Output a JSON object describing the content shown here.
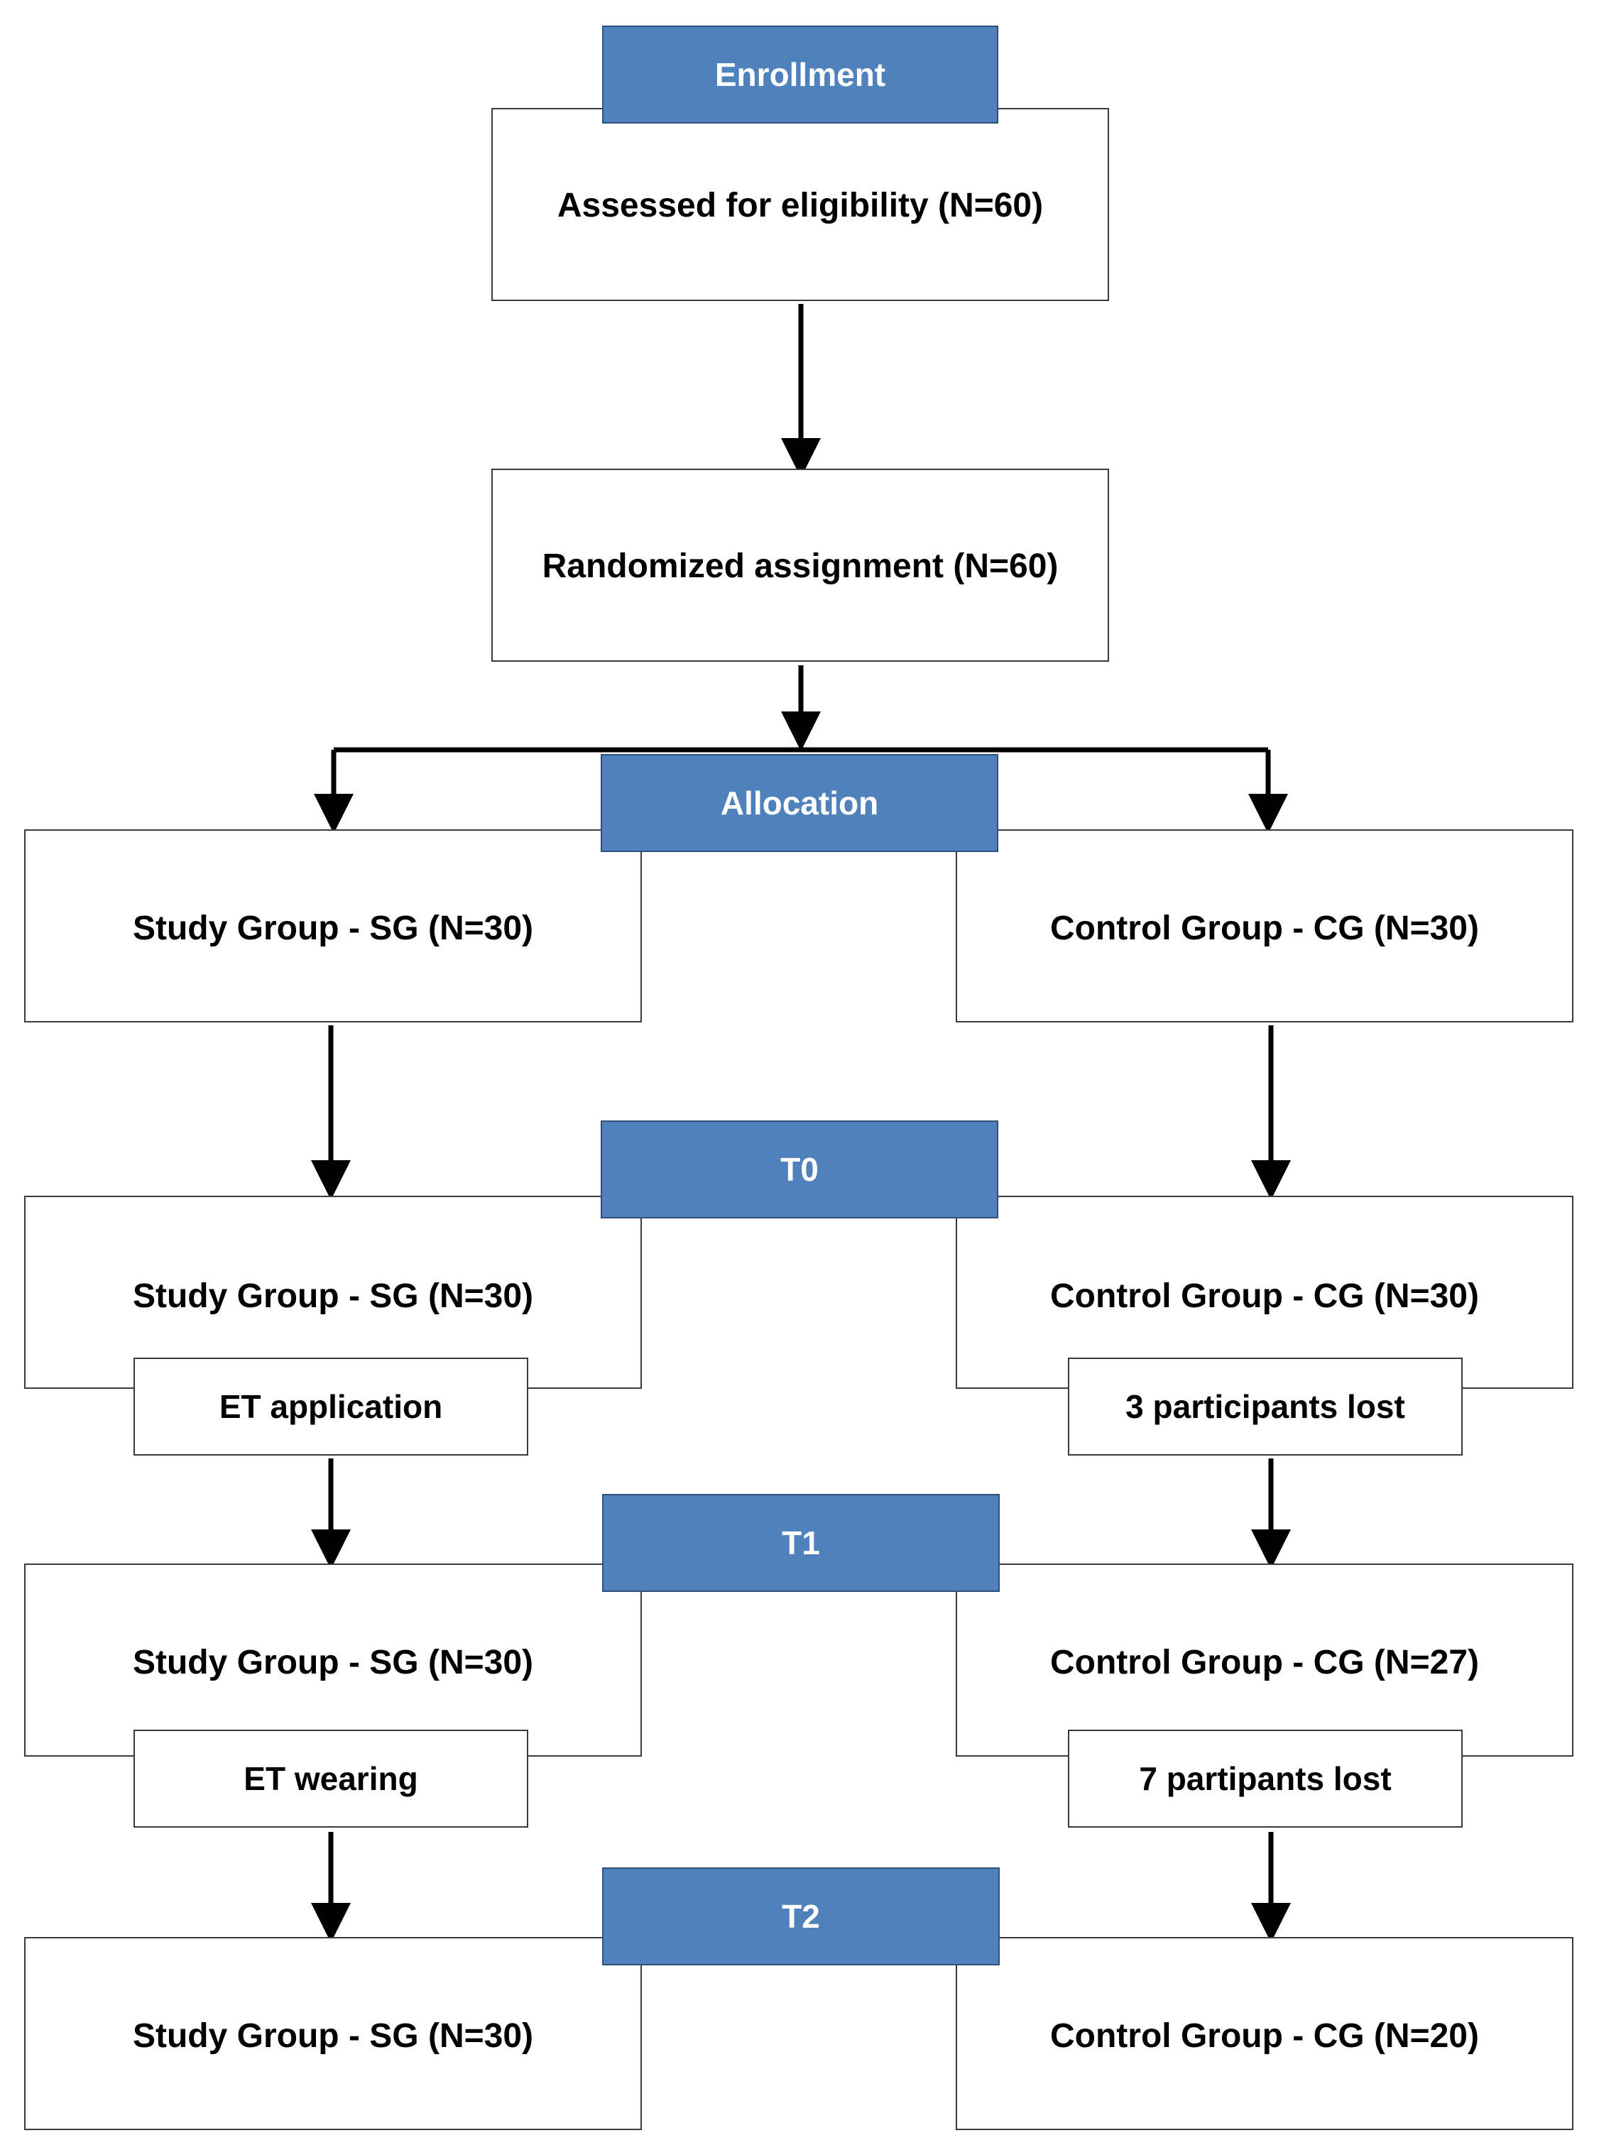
{
  "colors": {
    "stage_fill": "#4f81bd",
    "stage_text": "#ffffff",
    "box_border": "#3a3a3a",
    "arrow": "#000000"
  },
  "stages": {
    "enrollment": "Enrollment",
    "allocation": "Allocation",
    "t0": "T0",
    "t1": "T1",
    "t2": "T2"
  },
  "boxes": {
    "assessed": "Assessed for eligibility (N=60)",
    "randomized": "Randomized assignment (N=60)",
    "alloc_study": "Study Group - SG (N=30)",
    "alloc_control": "Control Group - CG (N=30)",
    "t0_study": "Study Group - SG (N=30)",
    "t0_control": "Control Group - CG (N=30)",
    "t1_study": "Study Group - SG (N=30)",
    "t1_control": "Control Group - CG (N=27)",
    "t2_study": "Study Group - SG (N=30)",
    "t2_control": "Control Group - CG (N=20)"
  },
  "notes": {
    "et_application": "ET application",
    "lost_3": "3 participants lost",
    "et_wearing": "ET wearing",
    "lost_7": "7 partipants lost"
  }
}
